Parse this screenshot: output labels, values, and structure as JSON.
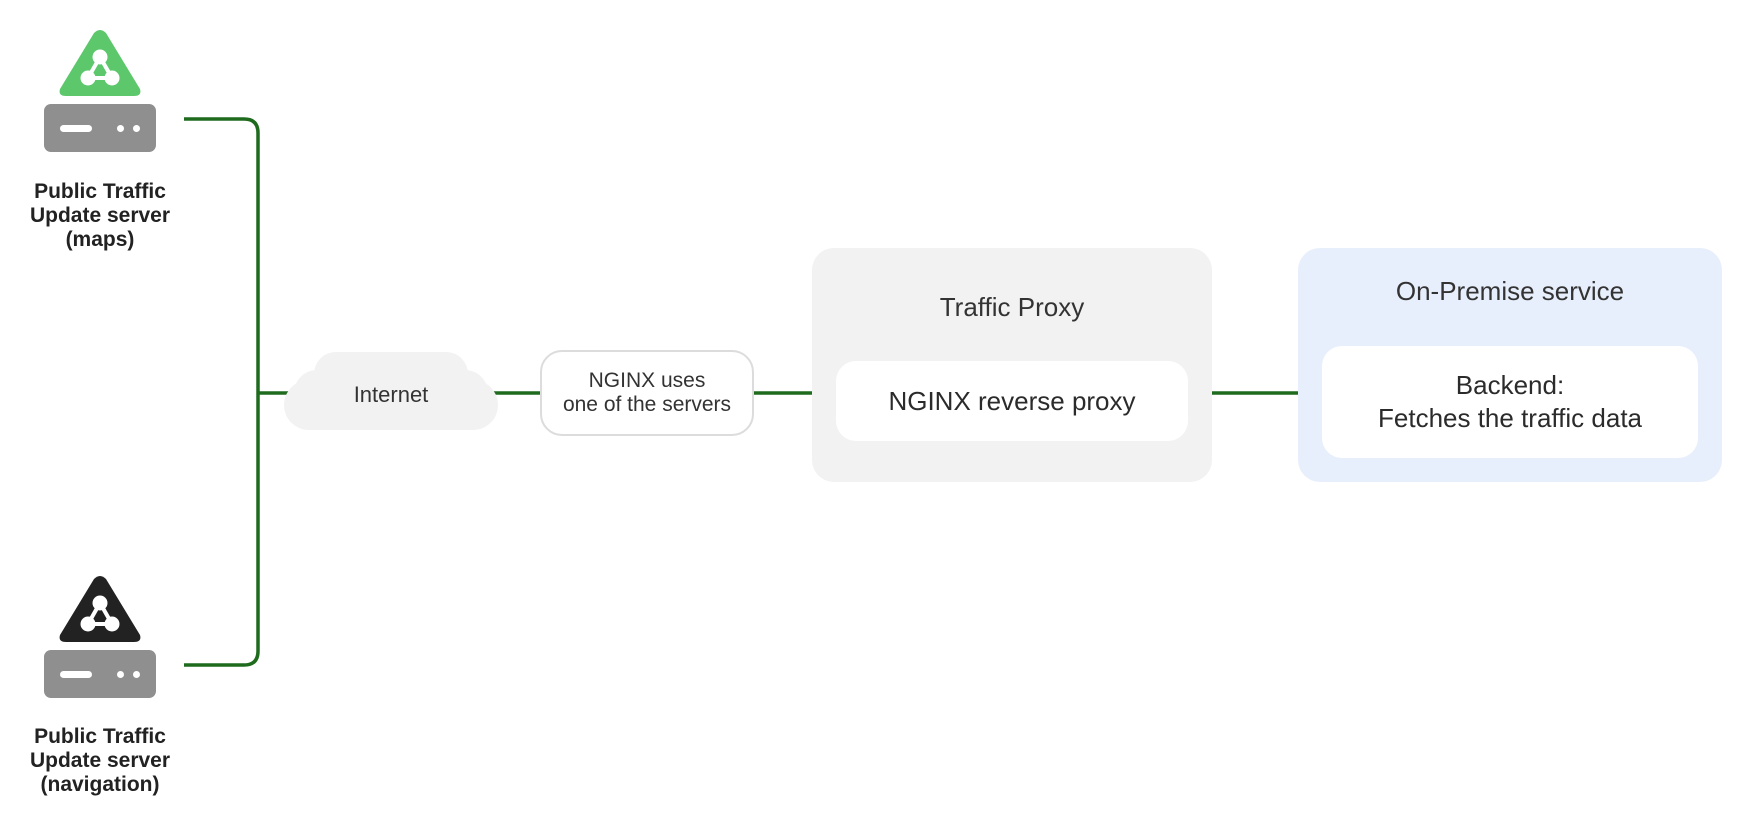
{
  "colors": {
    "connector": "#1e6b1e",
    "maps_logo": "#5cc76b",
    "navigation_logo": "#222222",
    "rack": "#8f8f8f",
    "proxy_group_bg": "#f2f2f2",
    "onprem_group_bg": "#e8effc"
  },
  "servers": [
    {
      "icon": "traffic-logo-icon",
      "logo_color": "#5cc76b",
      "label_lines": [
        "Public Traffic",
        "Update server",
        "(maps)"
      ]
    },
    {
      "icon": "traffic-logo-icon",
      "logo_color": "#222222",
      "label_lines": [
        "Public Traffic",
        "Update server",
        "(navigation)"
      ]
    }
  ],
  "internet": {
    "label": "Internet",
    "icon": "cloud-icon"
  },
  "nginx_note": {
    "line1": "NGINX uses",
    "line2": "one of the servers"
  },
  "traffic_proxy": {
    "title": "Traffic Proxy",
    "component": "NGINX reverse proxy"
  },
  "on_premise": {
    "title": "On-Premise service",
    "component_line1": "Backend:",
    "component_line2": "Fetches the traffic data"
  }
}
